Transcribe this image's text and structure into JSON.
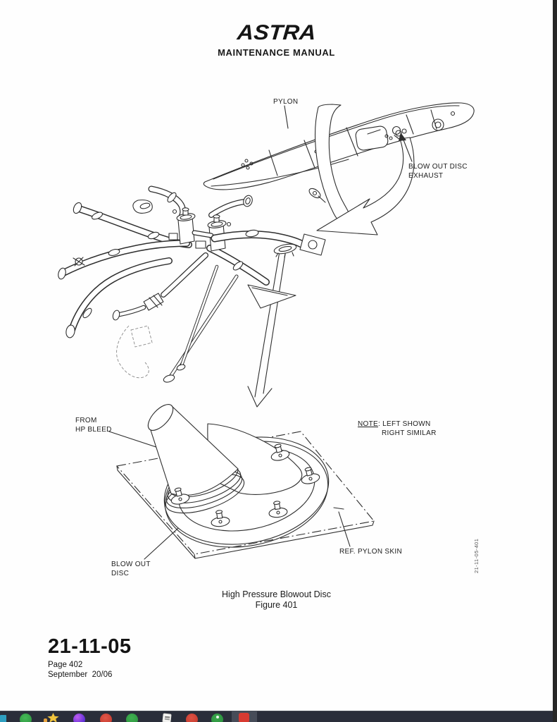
{
  "header": {
    "logo": "ASTRA",
    "title": "MAINTENANCE MANUAL"
  },
  "diagram": {
    "pylon_label": "PYLON",
    "exhaust_label_line1": "BLOW OUT DISC",
    "exhaust_label_line2": "EXHAUST",
    "hp_bleed_line1": "FROM",
    "hp_bleed_line2": "HP BLEED",
    "note_term": "NOTE",
    "note_rest": ": LEFT SHOWN",
    "note_line2": "RIGHT SIMILAR",
    "disc_label_line1": "BLOW OUT",
    "disc_label_line2": "DISC",
    "ref_skin_label": "REF. PYLON SKIN",
    "side_code": "21-11-05-401"
  },
  "caption": {
    "line1": "High Pressure Blowout Disc",
    "line2": "Figure 401"
  },
  "footer": {
    "chapter": "21-11-05",
    "page": "Page 402",
    "date": "September  20/06"
  },
  "taskbar": {
    "background_color": "#2a2e3a",
    "icons": [
      "teal-tile-icon",
      "green-app-icon",
      "star-app-icon",
      "orange-dot-icon",
      "purple-app-icon",
      "red-app-icon",
      "green-app-icon-2",
      "document-app-icon",
      "red-app-icon-2",
      "green-plus-app-icon",
      "active-red-app-icon"
    ]
  }
}
